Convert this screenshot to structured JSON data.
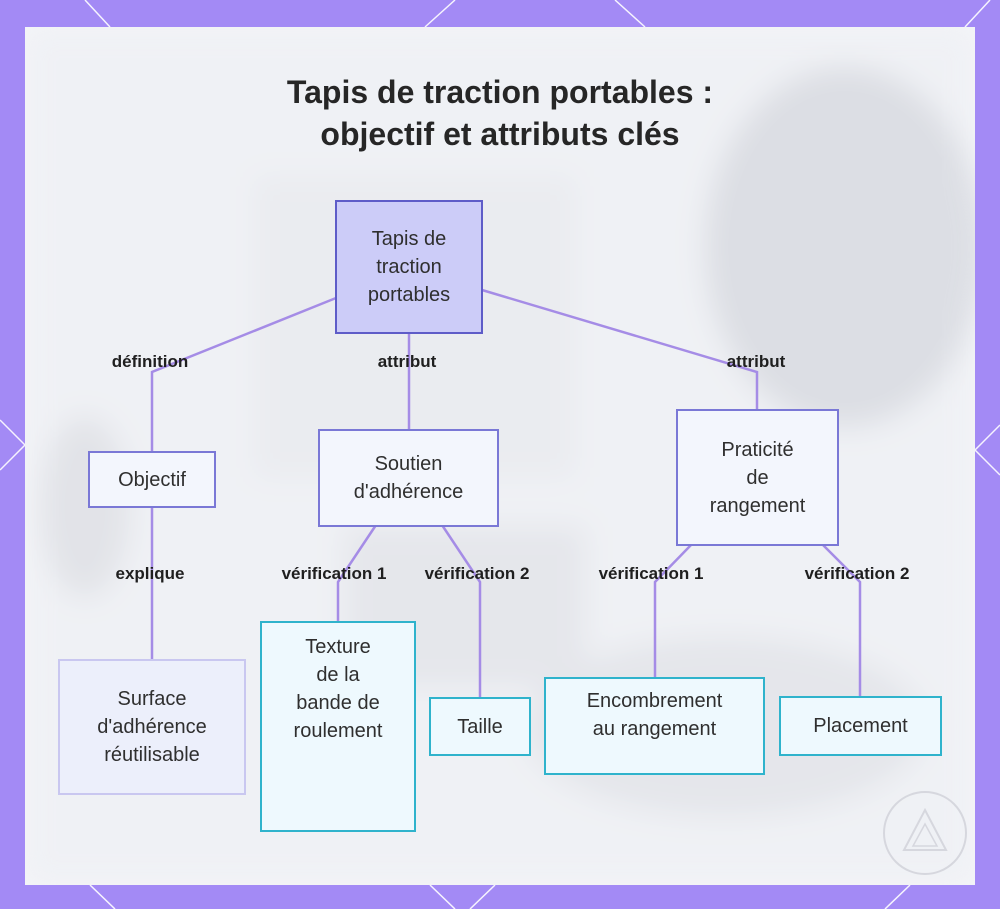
{
  "title": {
    "line1": "Tapis de traction portables :",
    "line2": "objectif et attributs clés"
  },
  "nodes": {
    "root": [
      "Tapis de",
      "traction",
      "portables"
    ],
    "objectif": [
      "Objectif"
    ],
    "soutien": [
      "Soutien",
      "d'adhérence"
    ],
    "praticite": [
      "Praticité",
      "de",
      "rangement"
    ],
    "surface": [
      "Surface",
      "d'adhérence",
      "réutilisable"
    ],
    "texture": [
      "Texture",
      "de la",
      "bande de",
      "roulement"
    ],
    "taille": [
      "Taille"
    ],
    "encombrement": [
      "Encombrement",
      "au rangement"
    ],
    "placement": [
      "Placement"
    ]
  },
  "edge_labels": {
    "definition": "définition",
    "attribut_left": "attribut",
    "attribut_right": "attribut",
    "explique": "explique",
    "verif1_left": "vérification 1",
    "verif2_left": "vérification 2",
    "verif1_right": "vérification 1",
    "verif2_right": "vérification 2"
  },
  "colors": {
    "frame": "#a38af5",
    "edge": "#a58ce6",
    "root_fill": "#ccccf8",
    "root_border": "#5e5cc8",
    "mid_border": "#7a78d6",
    "leaf_border": "#2fb3cc"
  }
}
